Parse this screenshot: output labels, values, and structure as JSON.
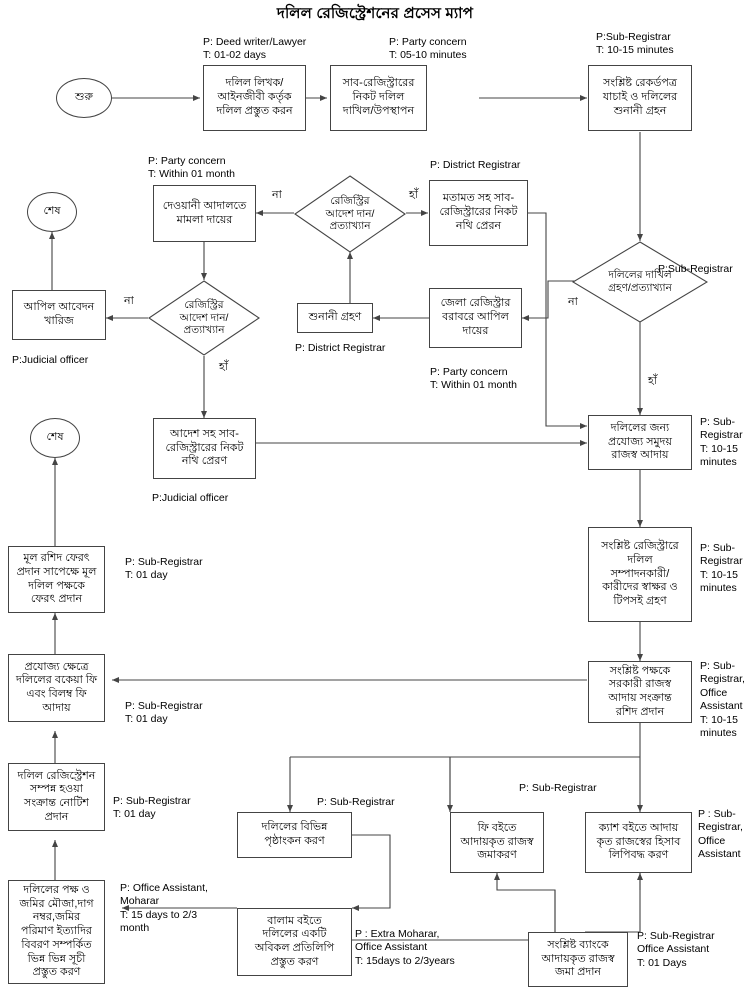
{
  "title": "দলিল রেজিস্ট্রেশনের প্রসেস ম্যাপ",
  "nodes": {
    "start": "শুরু",
    "end1": "শেষ",
    "end2": "শেষ",
    "deed_prepare": "দলিল লিখক/\nআইনজীবী কর্তৃক\nদলিল প্রস্তুত করন",
    "submit_subreg": "সাব-রেজিস্ট্রারের\nনিকট দলিল\nদাখিল/উপস্থাপন",
    "verify_hearing": "সংশ্লিষ্ট রেকর্ডপত্র\nযাচাই ও দলিলের\nশুনানী গ্রহন",
    "dakhil_decision": "দলিলের দাখিল\nগ্রহণ/প্রত্যাখ্যান",
    "appeal_dc": "জেলা রেজিস্ট্রার\nবরাবরে আপিল\nদায়ের",
    "hearing": "শুনানী গ্রহণ",
    "registrar_order1": "রেজিস্ট্রির\nআদেশ দান/\nপ্রত্যাখ্যান",
    "send_with_opinion": "মতামত সহ সাব-\nরেজিস্ট্রারের নিকট\nনথি প্রেরন",
    "civil_court": "দেওয়ানী আদালতে\nমামলা দায়ের",
    "registrar_order2": "রেজিস্ট্রির\nআদেশ দান/\nপ্রত্যাখ্যান",
    "appeal_reject": "আপিল আবেদন\nখারিজ",
    "send_with_order": "আদেশ সহ সাব-\nরেজিস্ট্রারের নিকট\nনথি প্রেরণ",
    "collect_revenue": "দলিলের জন্য\nপ্রযোজ্য সমুদয়\nরাজস্ব আদায়",
    "signature": "সংশ্লিষ্ট রেজিস্ট্রারে\nদলিল\nসম্পাদনকারী/\nকারীদের স্বাক্ষর ও\nটিপসই গ্রহণ",
    "receipt": "সংশ্লিষ্ট পক্ষকে\nসরকারী রাজস্ব\nআদায় সংক্রান্ত\nরশিদ প্রদান",
    "return_deed": "মূল রশিদ ফেরৎ\nপ্রদান সাপেক্ষে মূল\nদলিল পক্ষকে\nফেরৎ প্রদান",
    "due_fee": "প্রযোজ্য ক্ষেত্রে\nদলিলের বকেয়া ফি\nএবং বিলম্ব ফি\nআদায়",
    "notice": "দলিল রেজিস্ট্রেশন\nসম্পন্ন হওয়া\nসংক্রান্ত নোটিশ\nপ্রদান",
    "index_prepare": "দলিলের পক্ষ ও\nজমির মৌজা,দাগ\nনম্বর,জমির\nপরিমাণ ইত্যাদির\nবিবরণ সম্পর্কিত\nভিন্ন ভিন্ন সূচী\nপ্রস্তুত করণ",
    "endorse": "দলিলের বিভিন্ন\nপৃষ্ঠাংকন করণ",
    "balam_copy": "বালাম বইতে\nদলিলের একটি\nঅবিকল প্রতিলিপি\nপ্রস্তুত করণ",
    "fee_book": "ফি বইতে\nআদায়কৃত রাজস্ব\nজমাকরণ",
    "cash_book": "ক্যাশ বইতে আদায়\nকৃত রাজস্বের হিসাব\nলিপিবদ্ধ করণ",
    "bank_deposit": "সংশ্লিষ্ট ব্যাংকে\nআদায়কৃত রাজস্ব\nজমা প্রদান"
  },
  "annotations": {
    "a_deed_prepare": "P: Deed writer/Lawyer\nT: 01-02 days",
    "a_submit_subreg": "P: Party concern\nT: 05-10 minutes",
    "a_verify_hearing": "P:Sub-Registrar\nT: 10-15 minutes",
    "a_civil_court": "P: Party concern\nT: Within 01 month",
    "a_send_with_opinion": "P: District Registrar",
    "a_dakhil_decision": "P:Sub-Registrar",
    "a_hearing": "P: District Registrar",
    "a_appeal_dc": "P: Party concern\nT: Within 01 month",
    "a_appeal_reject": "P:Judicial officer",
    "a_send_with_order": "P:Judicial officer",
    "a_collect_revenue": "P: Sub-\nRegistrar\nT: 10-15\nminutes",
    "a_signature": "P: Sub-\nRegistrar\nT: 10-15\nminutes",
    "a_receipt": "P: Sub-\nRegistrar,\nOffice\nAssistant\nT: 10-15\nminutes",
    "a_return_deed": "P: Sub-Registrar\nT: 01 day",
    "a_due_fee": "P: Sub-Registrar\nT: 01 day",
    "a_notice": "P: Sub-Registrar\nT: 01 day",
    "a_index_prepare": "P: Office Assistant,\nMoharar\nT: 15 days to 2/3\nmonth",
    "a_endorse": "P: Sub-Registrar",
    "a_fee_book": "P: Sub-Registrar",
    "a_cash_book": "P : Sub-\nRegistrar,\nOffice\nAssistant",
    "a_balam_copy": "P : Extra Moharar,\nOffice Assistant\nT: 15days to 2/3years",
    "a_bank_deposit": "P: Sub-Registrar\nOffice Assistant\nT: 01 Days"
  },
  "edge_labels": {
    "no1": "না",
    "yes1": "হাঁ",
    "no2": "না",
    "yes2": "হাঁ",
    "no3": "না",
    "yes3": "হাঁ"
  },
  "colors": {
    "stroke": "#444444",
    "text": "#000000",
    "background": "#ffffff"
  }
}
